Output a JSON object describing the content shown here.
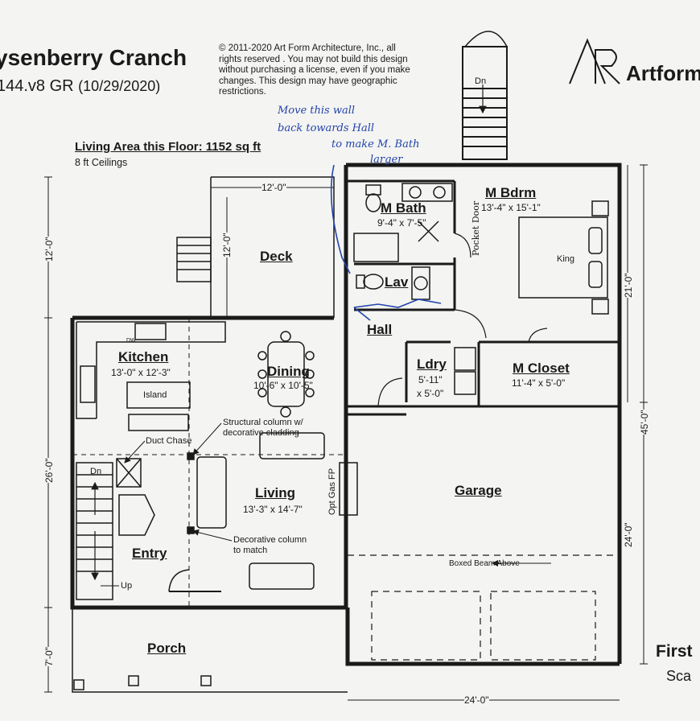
{
  "header": {
    "title": "ysenberry Cranch",
    "plan_id": "144.v8 GR",
    "date": "(10/29/2020)",
    "copyright": "© 2011-2020 Art Form Architecture, Inc., all rights reserved . You may not build this design without purchasing a license, even if you make changes. This design may have geographic restrictions.",
    "logo_text": "Artform"
  },
  "floor_info": {
    "living_area": "Living Area this Floor: 1152 sq ft",
    "ceilings": "8 ft Ceilings"
  },
  "handwritten_note": [
    "Move this wall",
    "back towards Hall",
    "to make M. Bath",
    "larger"
  ],
  "rooms": {
    "deck": "Deck",
    "m_bath": "M Bath",
    "m_bath_dim": "9'-4\" x 7'-5\"",
    "pocket_door": "Pocket Door",
    "m_bdrm": "M Bdrm",
    "m_bdrm_dim": "13'-4\" x 15'-1\"",
    "king": "King",
    "lav": "Lav",
    "hall": "Hall",
    "kitchen": "Kitchen",
    "kitchen_dim": "13'-0\" x 12'-3\"",
    "island": "Island",
    "dw": "DW",
    "dining": "Dining",
    "dining_dim": "10'-6\" x 10'-5\"",
    "ldry": "Ldry",
    "ldry_dim1": "5'-11\"",
    "ldry_dim2": "x 5'-0\"",
    "m_closet": "M Closet",
    "m_closet_dim": "11'-4\" x 5'-0\"",
    "living": "Living",
    "living_dim": "13'-3\" x 14'-7\"",
    "garage": "Garage",
    "entry": "Entry",
    "porch": "Porch",
    "opt_gas_fp": "Opt Gas FP"
  },
  "annotations": {
    "structural_column": "Structural column w/ decorative cladding",
    "duct_chase": "Duct Chase",
    "decorative_column": "Decorative column to match",
    "boxed_beam": "Boxed Beam Above",
    "dn_top": "Dn",
    "dn_entry": "Dn",
    "up_entry": "Up"
  },
  "dimensions": {
    "deck_width": "12'-0\"",
    "deck_depth": "12'-0\"",
    "left_upper": "12'-0\"",
    "left_middle": "26'-0\"",
    "left_lower": "7'-0\"",
    "right_upper": "21'-0\"",
    "right_total": "45'-0\"",
    "right_lower": "24'-0\"",
    "bottom_garage": "24'-0\""
  },
  "footer": {
    "floor_label": "First",
    "scale_label": "Sca"
  }
}
